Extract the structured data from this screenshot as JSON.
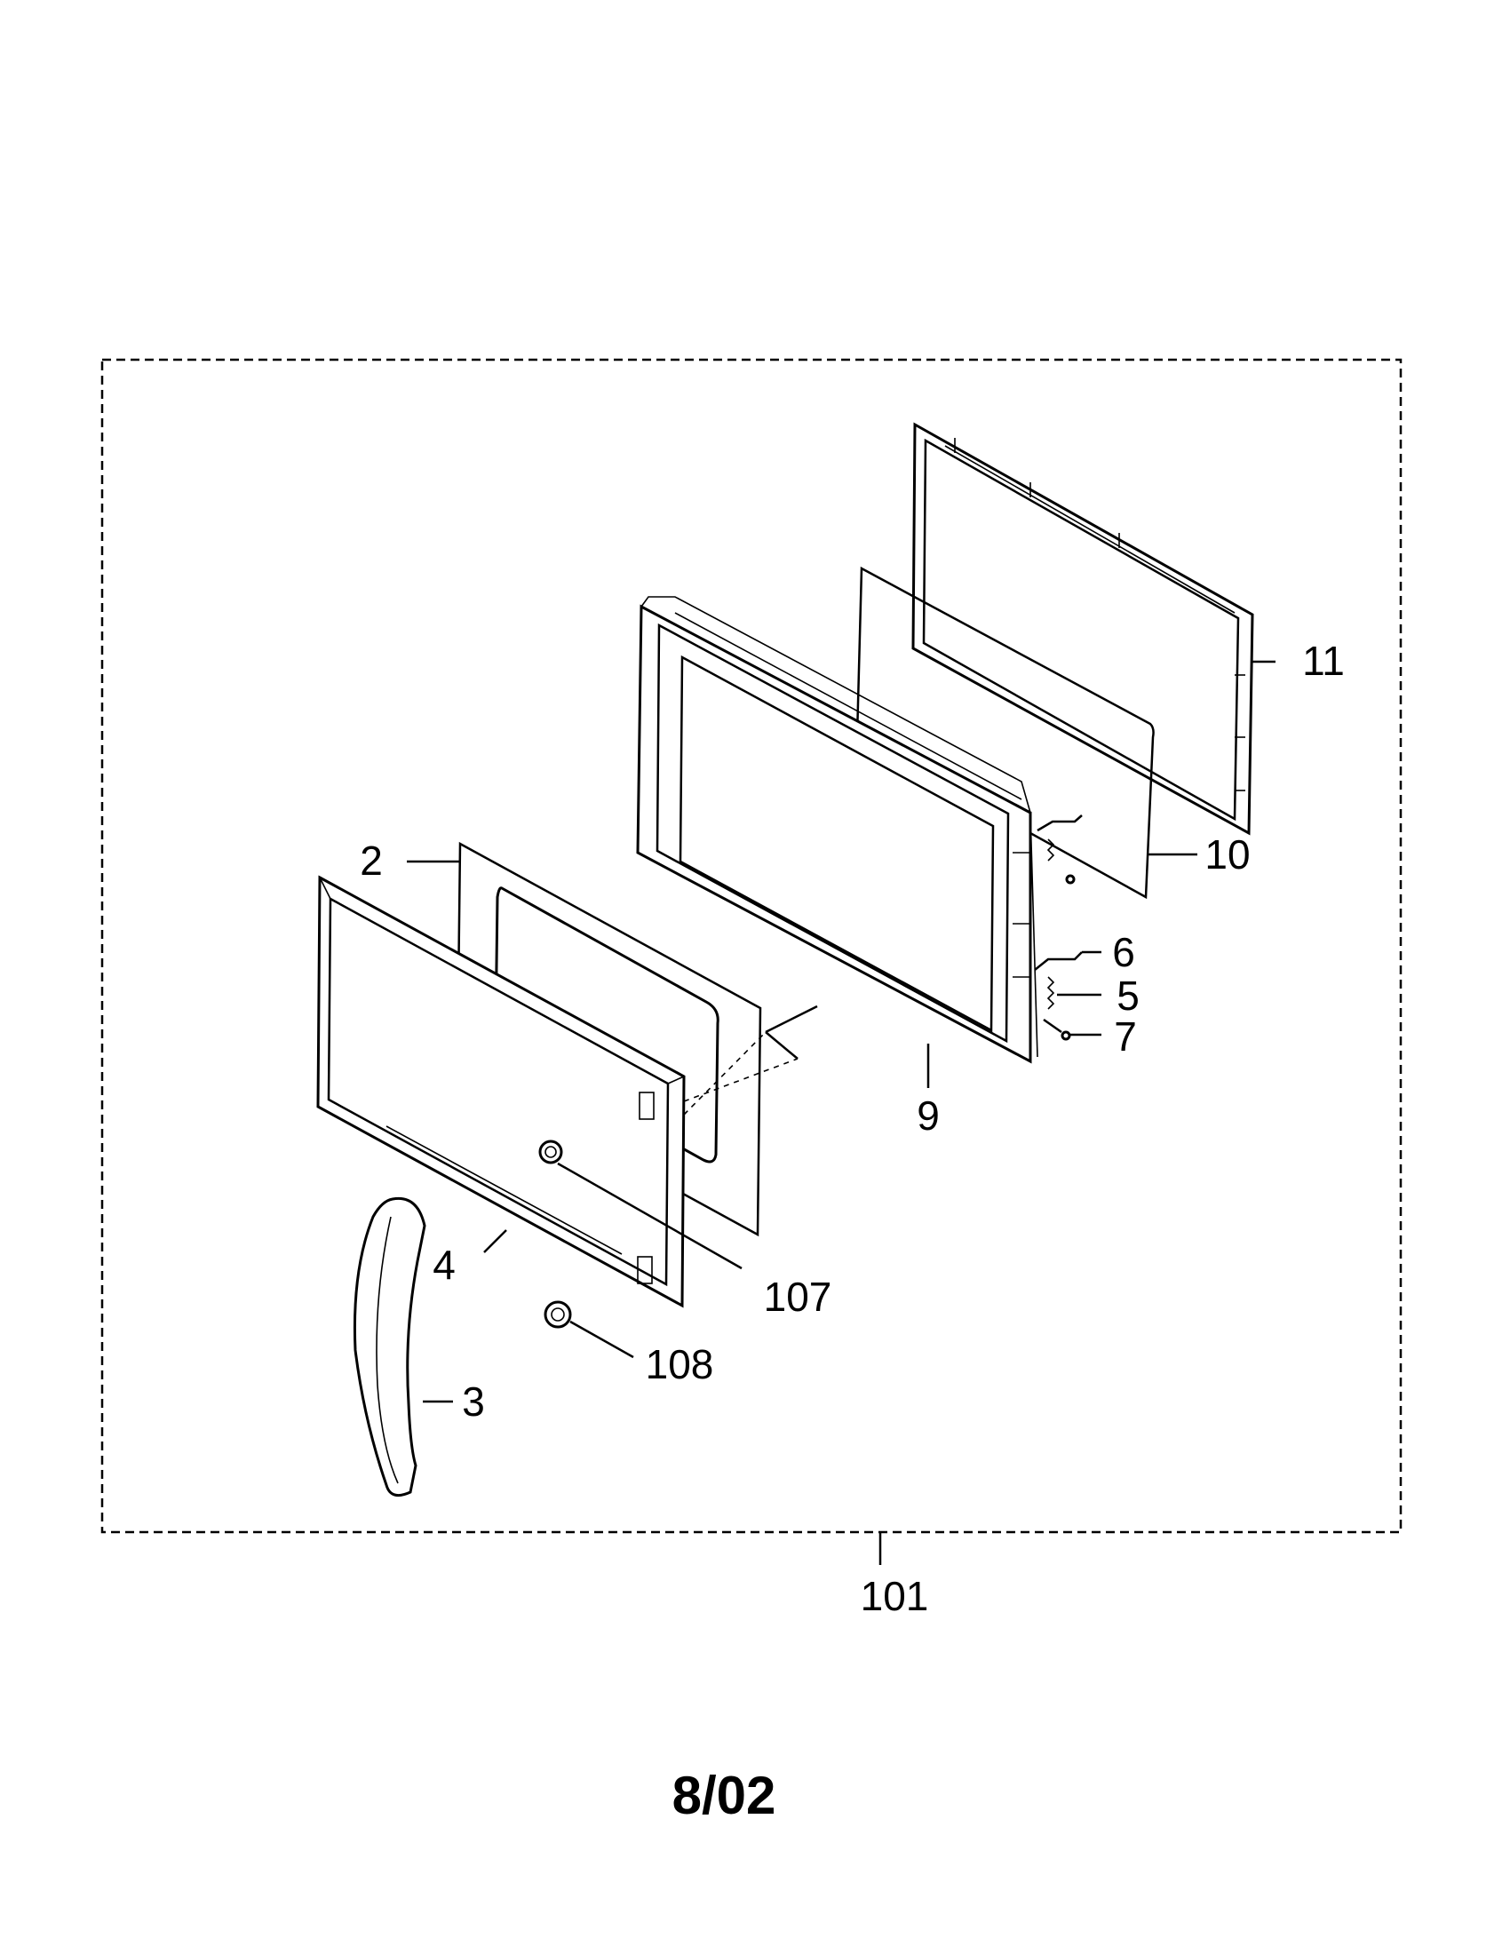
{
  "diagram": {
    "callouts": [
      {
        "id": "2",
        "text": "2"
      },
      {
        "id": "3",
        "text": "3"
      },
      {
        "id": "4",
        "text": "4"
      },
      {
        "id": "5",
        "text": "5"
      },
      {
        "id": "6",
        "text": "6"
      },
      {
        "id": "7",
        "text": "7"
      },
      {
        "id": "9",
        "text": "9"
      },
      {
        "id": "10",
        "text": "10"
      },
      {
        "id": "11",
        "text": "11"
      },
      {
        "id": "101",
        "text": "101"
      },
      {
        "id": "107",
        "text": "107"
      },
      {
        "id": "108",
        "text": "108"
      }
    ],
    "footer_code": "8/02"
  }
}
